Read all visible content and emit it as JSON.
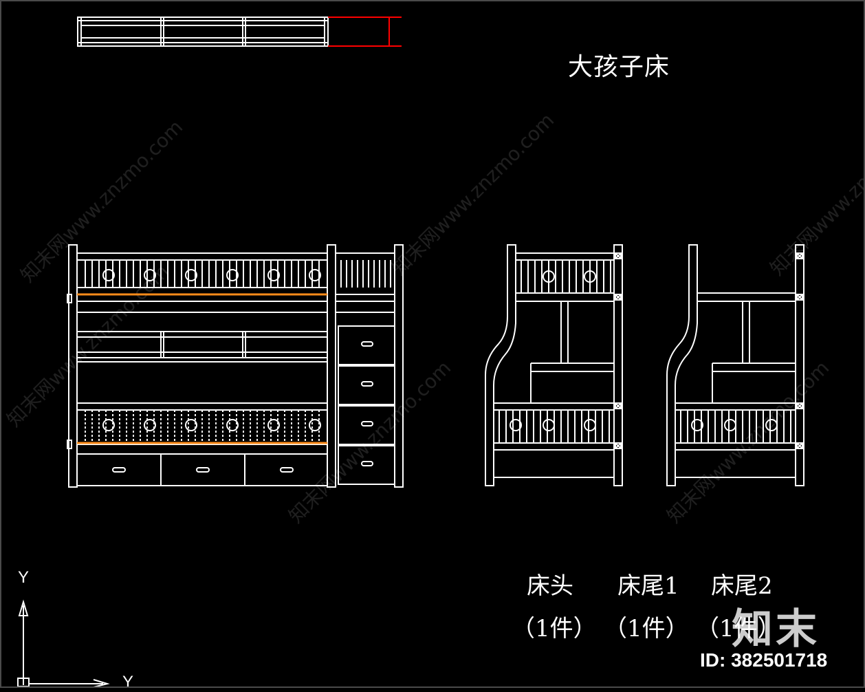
{
  "drawing": {
    "title": "大孩子床",
    "views": [
      {
        "label": "床头",
        "qty": "（1件）"
      },
      {
        "label": "床尾1",
        "qty": "（1件）"
      },
      {
        "label": "床尾2",
        "qty": "（1件）"
      }
    ]
  },
  "axes": {
    "y_label": "Y",
    "x_label": "Y"
  },
  "watermark": {
    "text": "知末网www.znzmo.com",
    "logo": "知末",
    "id": "ID: 382501718"
  },
  "colors": {
    "line": "#ffffff",
    "accent_red": "#ff0000",
    "accent_orange": "#ff8c1a",
    "background": "#000000"
  }
}
